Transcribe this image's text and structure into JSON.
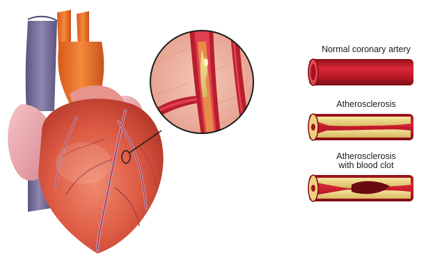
{
  "labels": {
    "normal": "Normal coronary artery",
    "athero": "Atherosclerosis",
    "clot_line1": "Atherosclerosis",
    "clot_line2": "with blood clot"
  },
  "colors": {
    "heart_red": "#d9553f",
    "aorta_orange": "#e8702a",
    "vena_cava_purple": "#7a6f9a",
    "vessel_red": "#c81e2d",
    "plaque_yellow": "#f3dc7e",
    "tissue_pink": "#f0b5b0"
  }
}
